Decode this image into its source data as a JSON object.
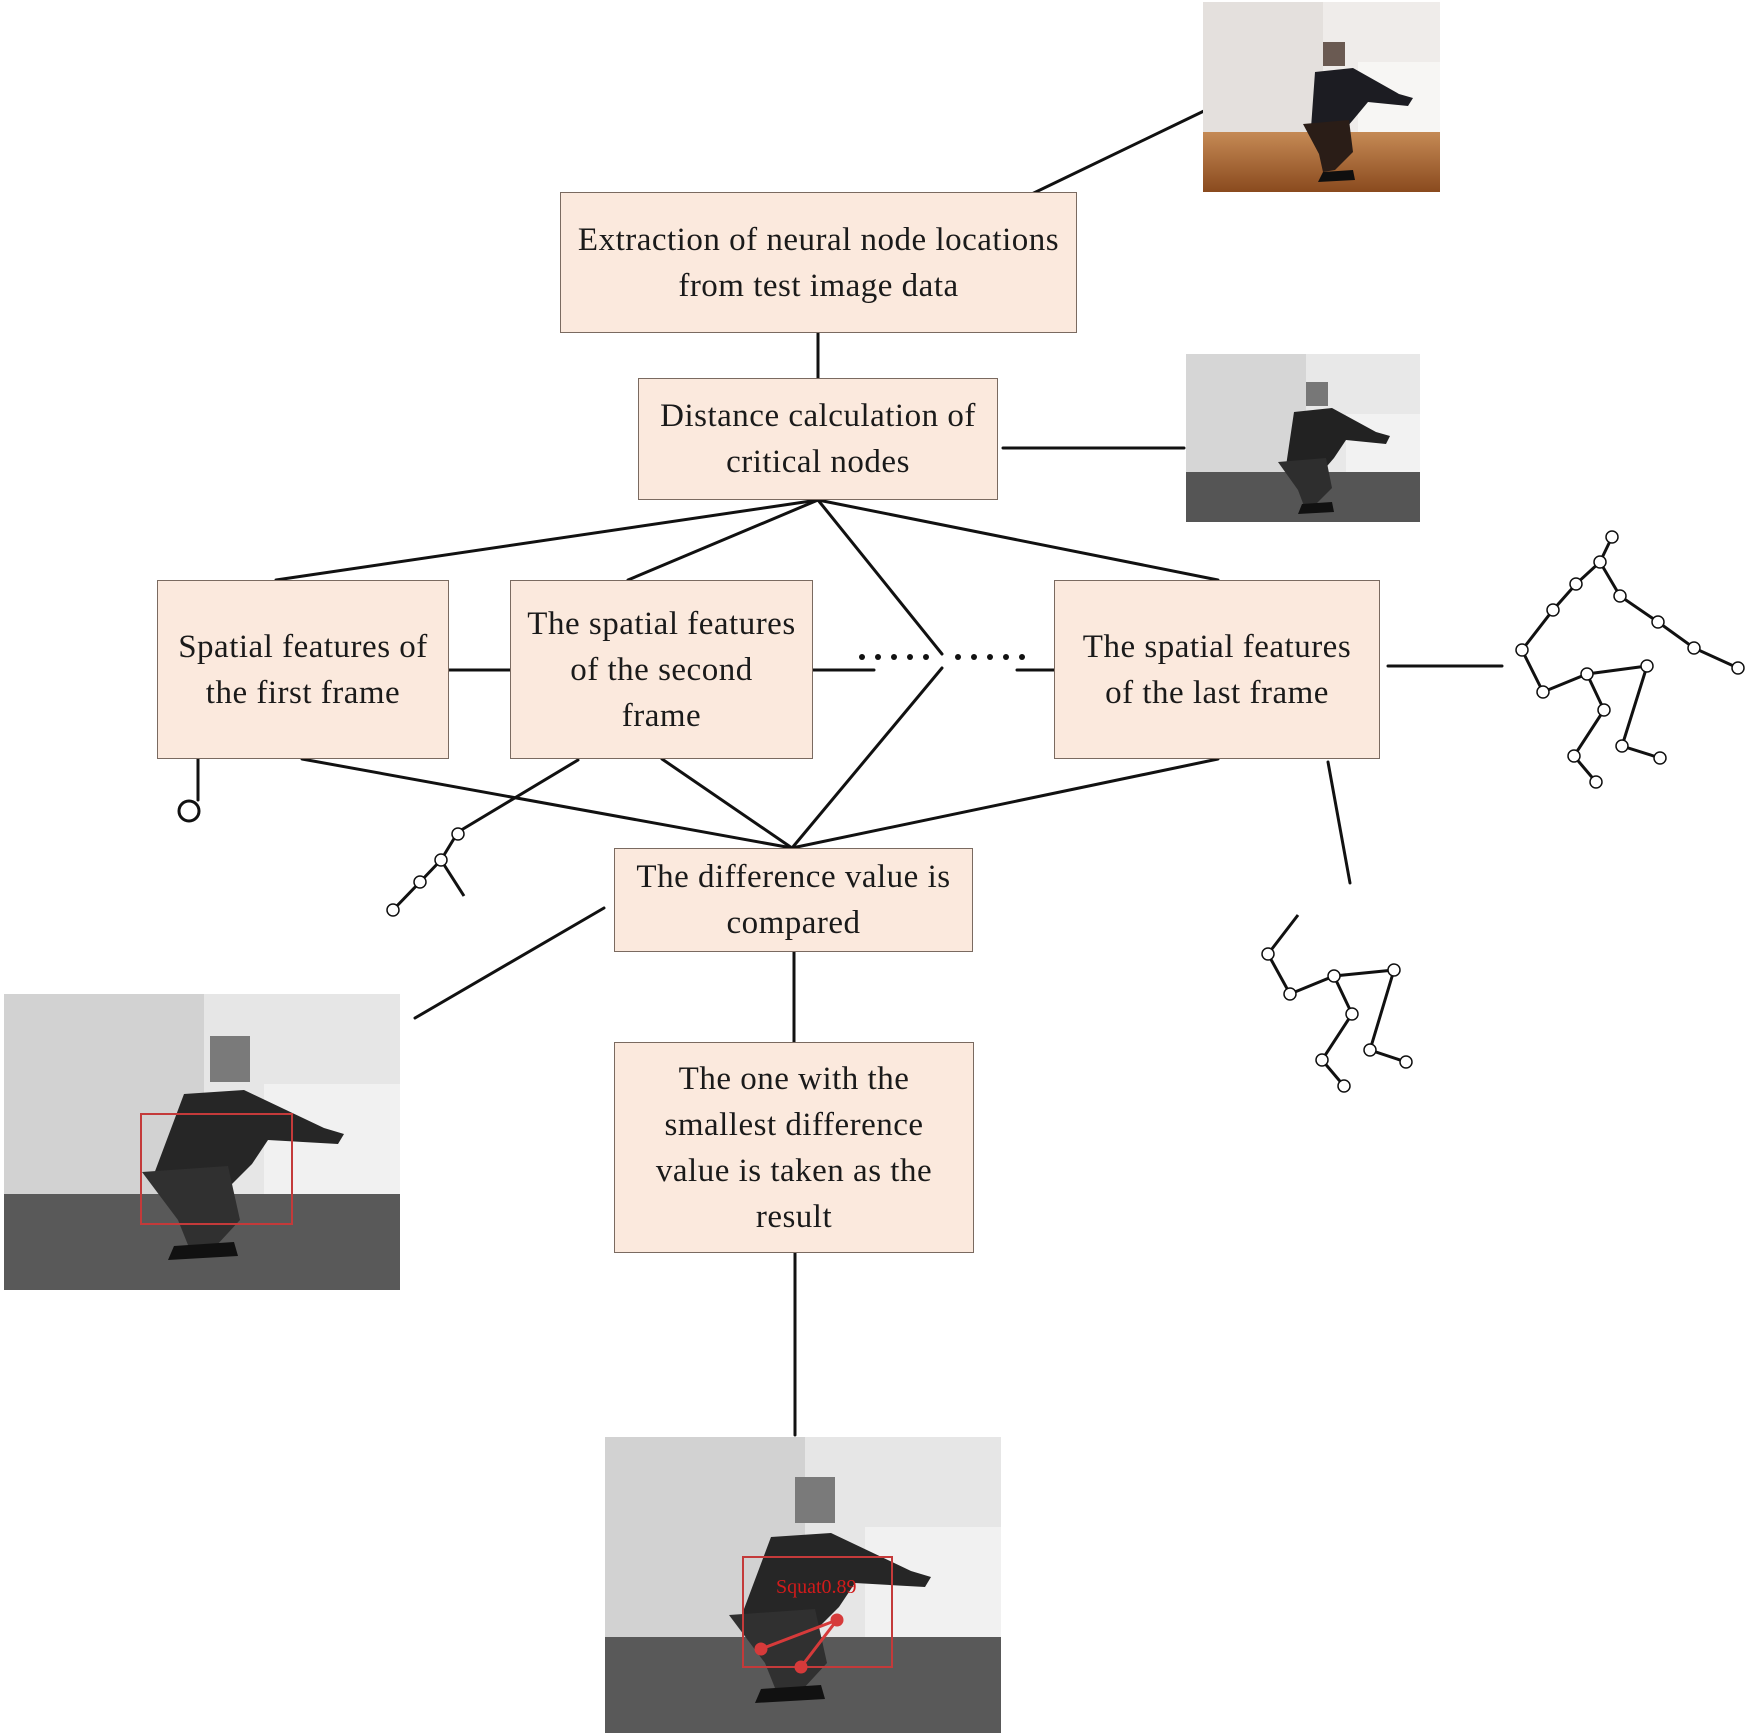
{
  "boxes": {
    "extraction": "Extraction of neural node locations from test image data",
    "distance": "Distance calculation of critical nodes",
    "frame_first": "Spatial features of the first frame",
    "frame_second": "The spatial features of the second frame",
    "frame_last": "The spatial features of the last frame",
    "difference": "The difference value is compared",
    "result": "The one with the smallest difference value is taken as the result"
  },
  "detection_label": "Squat0.89",
  "colors": {
    "box_fill": "#fbe9dd",
    "box_border": "#7a6a60",
    "line": "#111111",
    "detection": "#d11b1b"
  },
  "icons": [
    "squat-photo-color",
    "squat-photo-gray",
    "squat-photo-detection",
    "squat-photo-result",
    "skeleton-full",
    "skeleton-partial",
    "skeleton-fragment"
  ]
}
